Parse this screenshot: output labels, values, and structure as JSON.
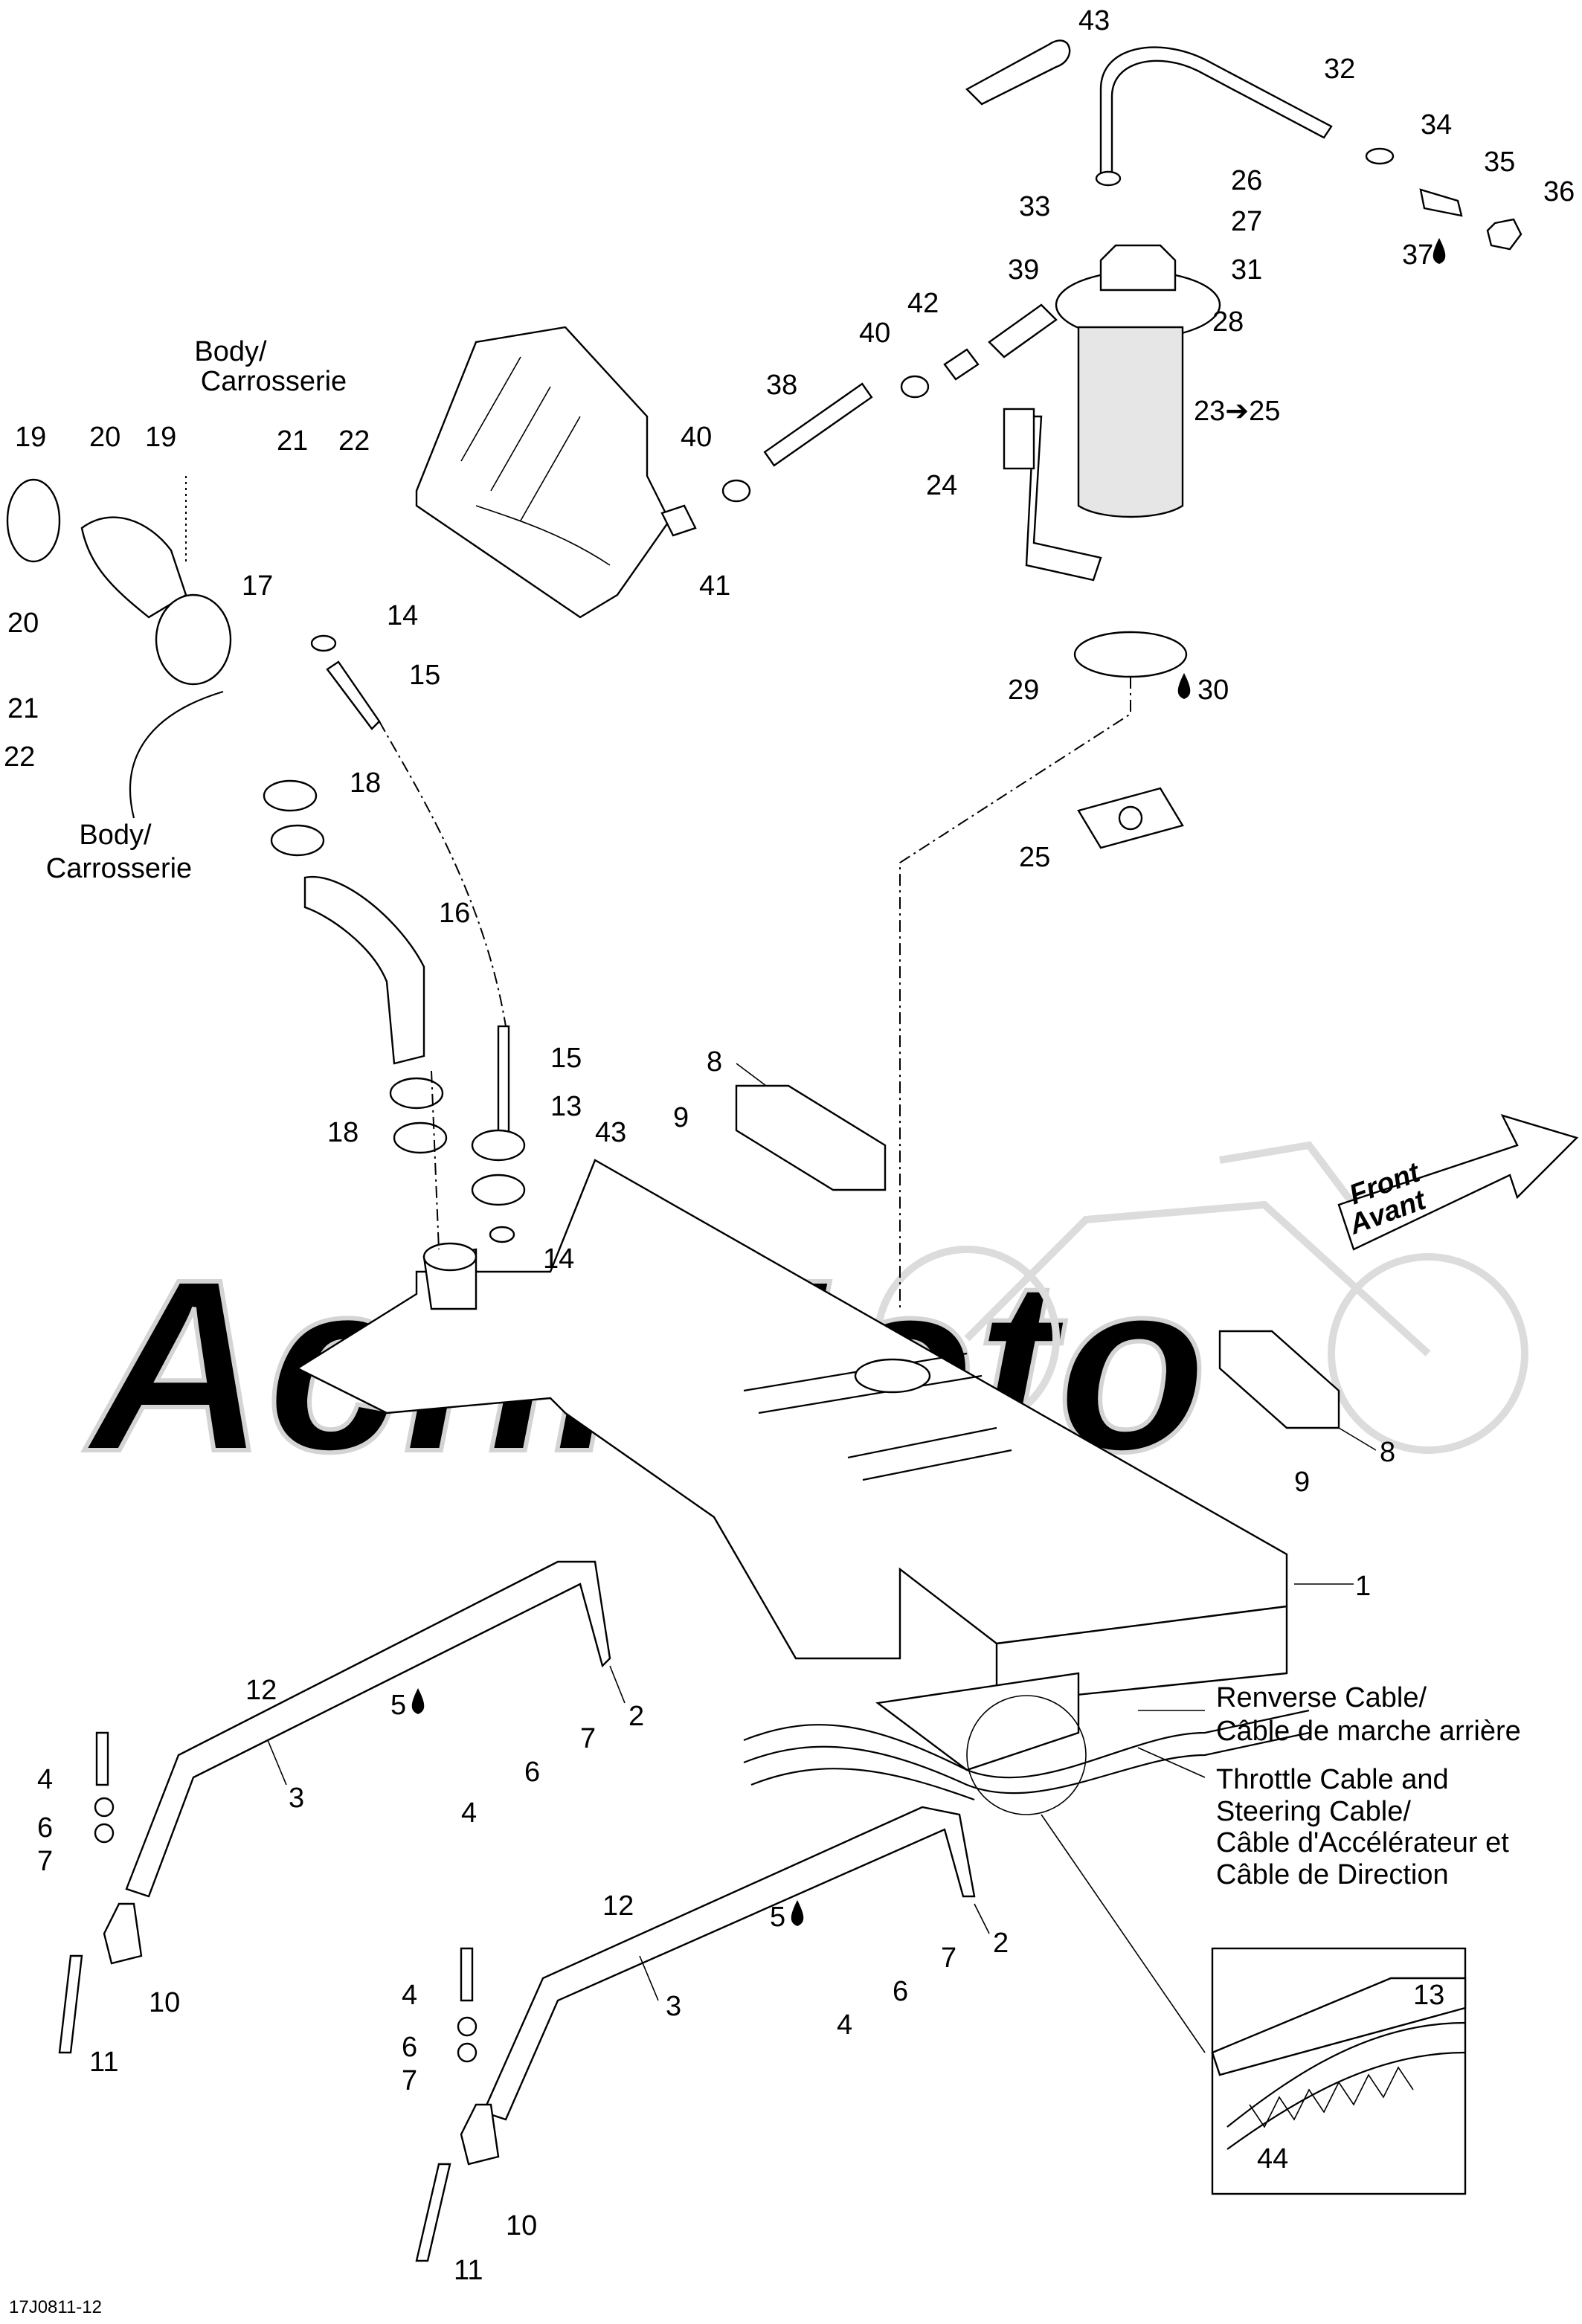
{
  "watermark": "AchiMoto",
  "front_arrow": {
    "line1": "Front",
    "line2": "Avant"
  },
  "text_blocks": {
    "body_top_1": "Body/",
    "body_top_2": "Carrosserie",
    "body_bottom_1": "Body/",
    "body_bottom_2": "Carrosserie",
    "renverse_1": "Renverse Cable/",
    "renverse_2": "Câble de marche arrière",
    "throttle_1": "Throttle Cable and",
    "throttle_2": "Steering Cable/",
    "throttle_3": "Câble d'Accélérateur et",
    "throttle_4": "Câble de Direction"
  },
  "drawing_code": "17J0811-12",
  "callouts": {
    "c1": "1",
    "c2a": "2",
    "c2b": "2",
    "c3a": "3",
    "c3b": "3",
    "c4a": "4",
    "c4b": "4",
    "c4c": "4",
    "c4d": "4",
    "c5a": "5",
    "c5b": "5",
    "c6a": "6",
    "c6b": "6",
    "c6c": "6",
    "c6d": "6",
    "c7a": "7",
    "c7b": "7",
    "c7c": "7",
    "c7d": "7",
    "c8a": "8",
    "c8b": "8",
    "c9a": "9",
    "c9b": "9",
    "c10a": "10",
    "c10b": "10",
    "c11a": "11",
    "c11b": "11",
    "c12a": "12",
    "c12b": "12",
    "c13a": "13",
    "c13b": "13",
    "c14a": "14",
    "c14b": "14",
    "c15a": "15",
    "c15b": "15",
    "c16": "16",
    "c17": "17",
    "c18a": "18",
    "c18b": "18",
    "c19a": "19",
    "c19b": "19",
    "c20a": "20",
    "c20b": "20",
    "c21a": "21",
    "c21b": "21",
    "c22a": "22",
    "c22b": "22",
    "c23": "23➔25",
    "c24": "24",
    "c25": "25",
    "c26": "26",
    "c27": "27",
    "c28": "28",
    "c29": "29",
    "c30": "30",
    "c31": "31",
    "c32": "32",
    "c33": "33",
    "c34": "34",
    "c35": "35",
    "c36": "36",
    "c37": "37",
    "c38": "38",
    "c39": "39",
    "c40a": "40",
    "c40b": "40",
    "c41": "41",
    "c42": "42",
    "c43a": "43",
    "c43b": "43",
    "c44": "44"
  }
}
